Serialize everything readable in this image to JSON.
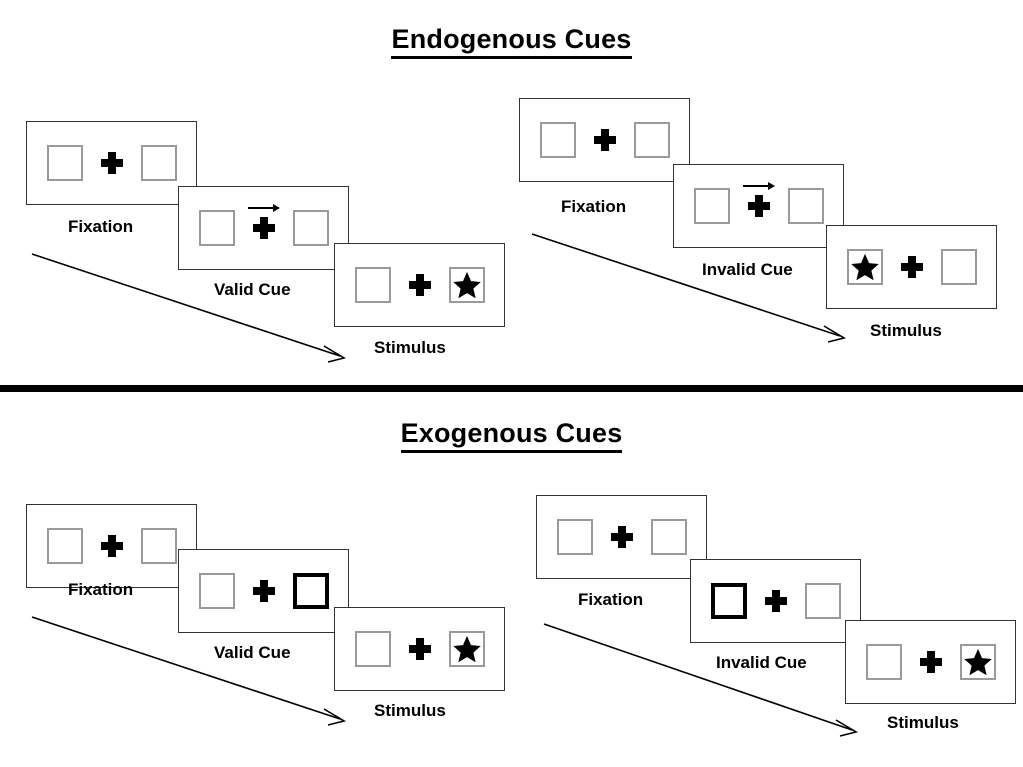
{
  "figure": {
    "background": "#ffffff",
    "line_color": "#333333",
    "box_color": "#9a9a9a",
    "cue_color": "#000000"
  },
  "sections": [
    {
      "id": "endogenous",
      "title": "Endogenous Cues",
      "cue_type": "central-arrow",
      "conditions": [
        {
          "id": "endogenous-valid",
          "cue_label": "Valid Cue",
          "cue_direction": "right",
          "target_side": "right",
          "frames": [
            {
              "label": "Fixation",
              "left_box": "empty",
              "right_box": "empty",
              "cue": "none",
              "target": "none"
            },
            {
              "label": "Valid Cue",
              "left_box": "empty",
              "right_box": "empty",
              "cue": "arrow-right",
              "target": "none"
            },
            {
              "label": "Stimulus",
              "left_box": "empty",
              "right_box": "star",
              "cue": "none",
              "target": "right"
            }
          ]
        },
        {
          "id": "endogenous-invalid",
          "cue_label": "Invalid Cue",
          "cue_direction": "right",
          "target_side": "left",
          "frames": [
            {
              "label": "Fixation",
              "left_box": "empty",
              "right_box": "empty",
              "cue": "none",
              "target": "none"
            },
            {
              "label": "Invalid Cue",
              "left_box": "empty",
              "right_box": "empty",
              "cue": "arrow-right",
              "target": "none"
            },
            {
              "label": "Stimulus",
              "left_box": "star",
              "right_box": "empty",
              "cue": "none",
              "target": "left"
            }
          ]
        }
      ]
    },
    {
      "id": "exogenous",
      "title": "Exogenous Cues",
      "cue_type": "peripheral-box-flash",
      "conditions": [
        {
          "id": "exogenous-valid",
          "cue_label": "Valid Cue",
          "cue_direction": "right",
          "target_side": "right",
          "frames": [
            {
              "label": "Fixation",
              "left_box": "empty",
              "right_box": "empty",
              "cue": "none",
              "target": "none"
            },
            {
              "label": "Valid Cue",
              "left_box": "empty",
              "right_box": "cued",
              "cue": "box-right",
              "target": "none"
            },
            {
              "label": "Stimulus",
              "left_box": "empty",
              "right_box": "star",
              "cue": "none",
              "target": "right"
            }
          ]
        },
        {
          "id": "exogenous-invalid",
          "cue_label": "Invalid Cue",
          "cue_direction": "left",
          "target_side": "right",
          "frames": [
            {
              "label": "Fixation",
              "left_box": "empty",
              "right_box": "empty",
              "cue": "none",
              "target": "none"
            },
            {
              "label": "Invalid Cue",
              "left_box": "cued",
              "right_box": "empty",
              "cue": "box-left",
              "target": "none"
            },
            {
              "label": "Stimulus",
              "left_box": "empty",
              "right_box": "star",
              "cue": "none",
              "target": "right"
            }
          ]
        }
      ]
    }
  ],
  "labels": {
    "endogenous_title": "Endogenous Cues",
    "exogenous_title": "Exogenous Cues",
    "fixation": "Fixation",
    "valid_cue": "Valid Cue",
    "invalid_cue": "Invalid Cue",
    "stimulus": "Stimulus"
  },
  "icons": {
    "cue_arrow": "arrow-right-icon",
    "fixation_cross": "plus-cross-icon",
    "target": "star-icon",
    "time": "time-arrow-icon"
  }
}
